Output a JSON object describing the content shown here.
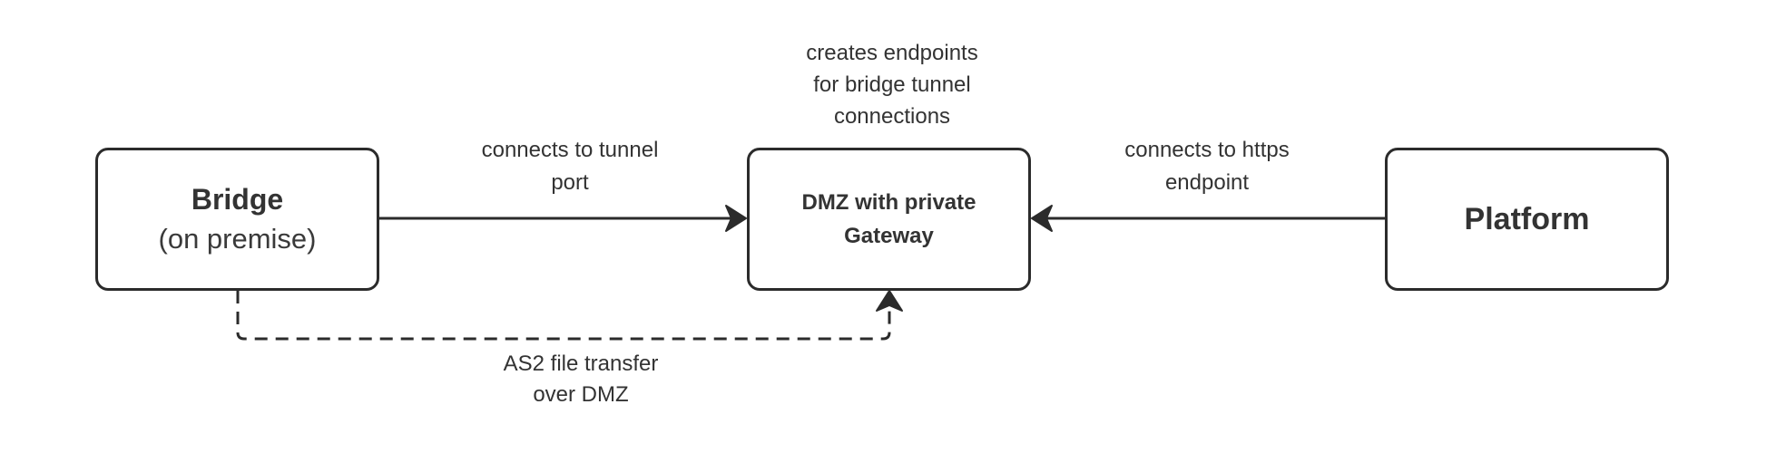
{
  "nodes": {
    "bridge": {
      "title": "Bridge",
      "subtitle": "(on premise)"
    },
    "dmz": {
      "title": "DMZ with private Gateway"
    },
    "platform": {
      "title": "Platform"
    }
  },
  "edges": {
    "bridge_to_dmz": {
      "label": "connects to tunnel\nport",
      "style": "solid"
    },
    "platform_to_dmz": {
      "label": "connects to https\nendpoint",
      "style": "solid"
    },
    "bridge_dmz_file": {
      "label": "AS2 file transfer\nover DMZ",
      "style": "dashed"
    }
  },
  "annotations": {
    "dmz_note": "creates endpoints\nfor bridge tunnel\nconnections"
  },
  "colors": {
    "stroke": "#2b2b2b",
    "text": "#333333",
    "background": "#ffffff"
  }
}
